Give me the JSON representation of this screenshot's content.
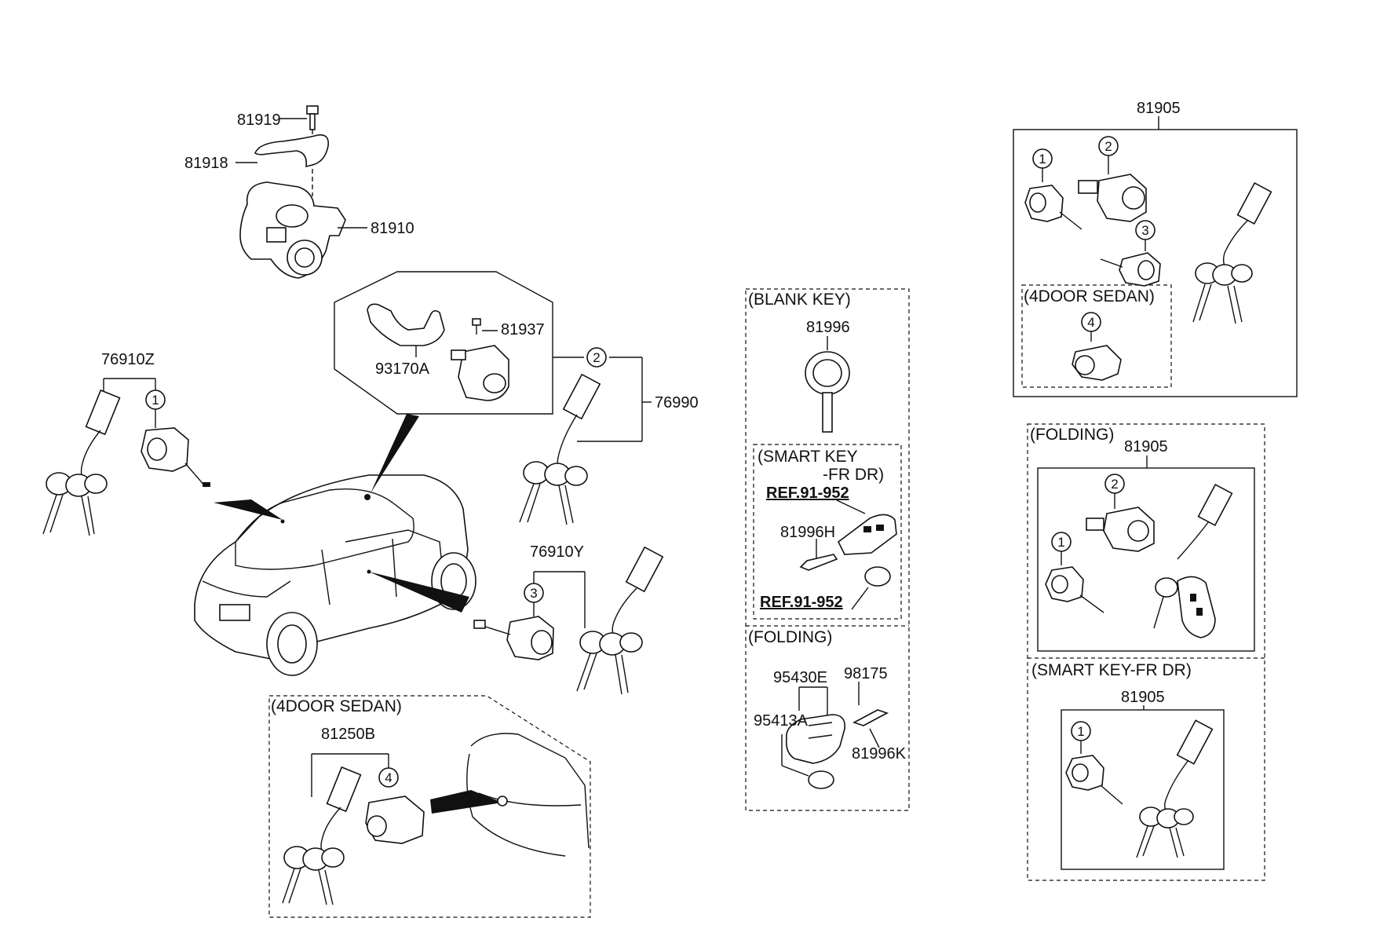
{
  "labels": {
    "p81919": "81919",
    "p81918": "81918",
    "p81910": "81910",
    "p81937": "81937",
    "p93170A": "93170A",
    "p76910Z": "76910Z",
    "p76990": "76990",
    "p76910Y": "76910Y",
    "p81250B": "81250B",
    "p81996": "81996",
    "p81996H": "81996H",
    "p95430E": "95430E",
    "p98175": "98175",
    "p95413A": "95413A",
    "p81996K": "81996K",
    "p81905_top": "81905",
    "p81905_folding": "81905",
    "p81905_smart": "81905"
  },
  "refs": {
    "ref1": "REF.91-952",
    "ref2": "REF.91-952"
  },
  "captions": {
    "blank_key": "(BLANK KEY)",
    "smart_key_1": "(SMART KEY",
    "smart_key_2": "-FR DR)",
    "folding_mid": "(FOLDING)",
    "sedan_left": "(4DOOR SEDAN)",
    "sedan_right": "(4DOOR SEDAN)",
    "folding_right": "(FOLDING)",
    "smart_key_right": "(SMART KEY-FR DR)"
  },
  "callouts": {
    "c1": "1",
    "c2": "2",
    "c3": "3",
    "c4": "4"
  }
}
